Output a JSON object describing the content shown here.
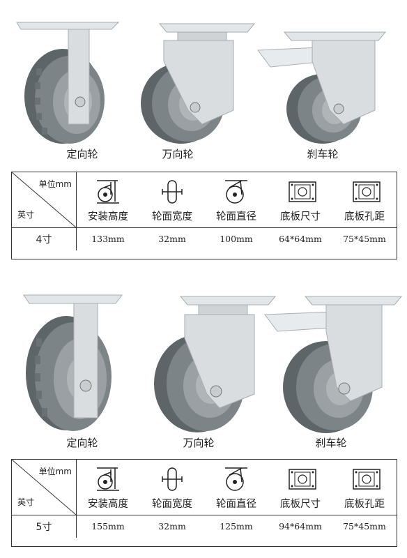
{
  "sections": [
    {
      "size": "4寸",
      "casters": [
        {
          "label": "定向轮"
        },
        {
          "label": "万向轮"
        },
        {
          "label": "刹车轮"
        }
      ],
      "unit_label": "单位mm",
      "inch_label": "英寸",
      "headers": [
        "安装高度",
        "轮面宽度",
        "轮面直径",
        "底板尺寸",
        "底板孔距"
      ],
      "values": [
        "133mm",
        "32mm",
        "100mm",
        "64*64mm",
        "75*45mm"
      ]
    },
    {
      "size": "5寸",
      "casters": [
        {
          "label": "定向轮"
        },
        {
          "label": "万向轮"
        },
        {
          "label": "刹车轮"
        }
      ],
      "unit_label": "单位mm",
      "inch_label": "英寸",
      "headers": [
        "安装高度",
        "轮面宽度",
        "轮面直径",
        "底板尺寸",
        "底板孔距"
      ],
      "values": [
        "155mm",
        "32mm",
        "125mm",
        "94*64mm",
        "75*45mm"
      ]
    }
  ],
  "icons": [
    "install-height-icon",
    "wheel-width-icon",
    "wheel-diameter-icon",
    "plate-size-icon",
    "hole-spacing-icon"
  ],
  "colors": {
    "tread": "#7d8488",
    "tread_dark": "#5e6569",
    "hub": "#9aa0a4",
    "steel": "#d9dde0",
    "steel_dark": "#a7adb2"
  }
}
